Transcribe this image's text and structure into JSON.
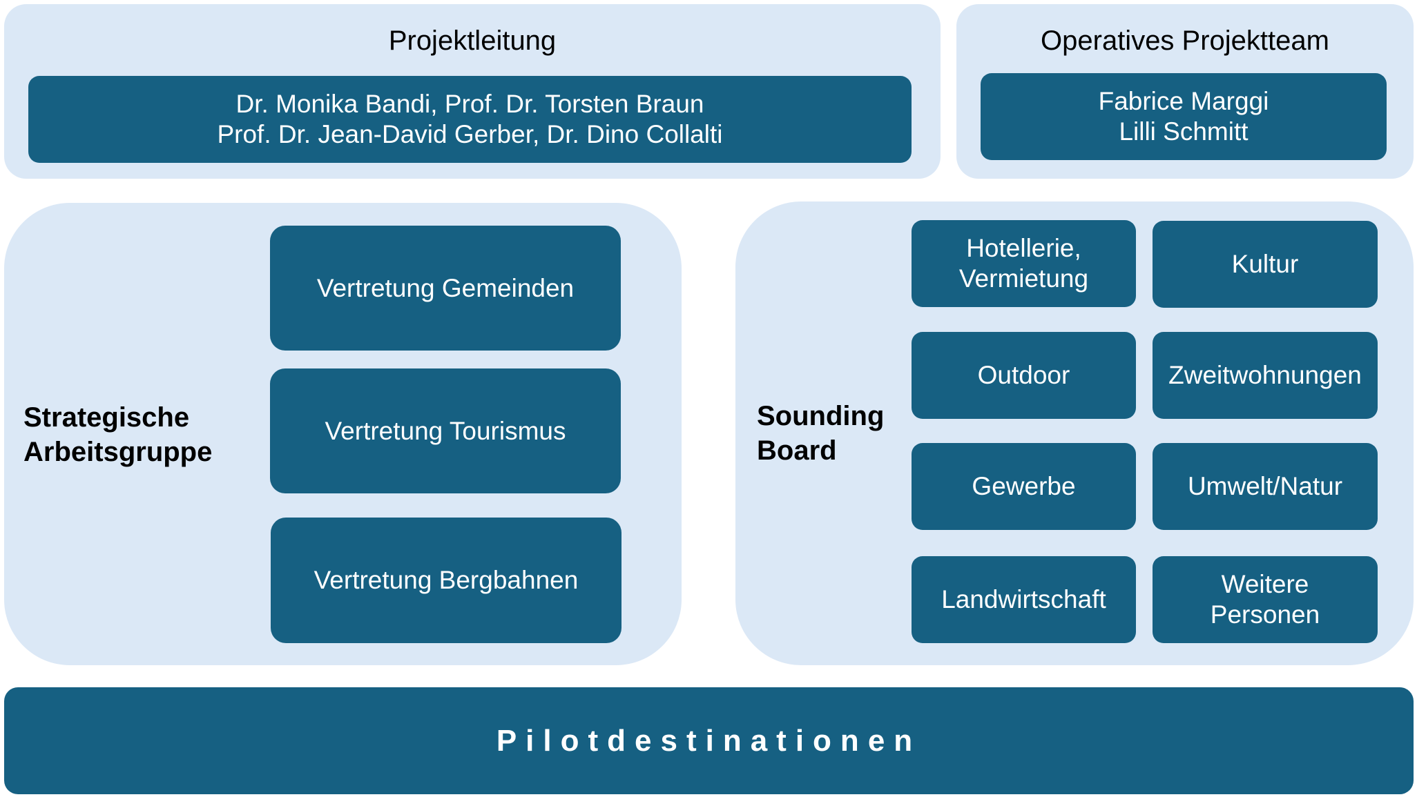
{
  "projektleitung": {
    "title": "Projektleitung",
    "members": [
      "Dr. Monika Bandi, Prof. Dr. Torsten Braun",
      "Prof. Dr. Jean-David Gerber, Dr. Dino Collalti"
    ]
  },
  "operatives_projektteam": {
    "title": "Operatives Projektteam",
    "members": [
      "Fabrice Marggi",
      "Lilli Schmitt"
    ]
  },
  "strategische_arbeitsgruppe": {
    "label_lines": [
      "Strategische",
      "Arbeitsgruppe"
    ],
    "items": [
      "Vertretung Gemeinden",
      "Vertretung Tourismus",
      "Vertretung Bergbahnen"
    ]
  },
  "sounding_board": {
    "label_lines": [
      "Sounding",
      "Board"
    ],
    "items": [
      [
        "Hotellerie,",
        "Vermietung"
      ],
      [
        "Kultur"
      ],
      [
        "Outdoor"
      ],
      [
        "Zweitwohnungen"
      ],
      [
        "Gewerbe"
      ],
      [
        "Umwelt/Natur"
      ],
      [
        "Landwirtschaft"
      ],
      [
        "Weitere",
        "Personen"
      ]
    ]
  },
  "pilotdestinationen": {
    "label": "Pilotdestinationen"
  },
  "colors": {
    "panel_background": "#dbe8f6",
    "box_background": "#166082",
    "box_text": "#ffffff",
    "label_text": "#000000"
  }
}
